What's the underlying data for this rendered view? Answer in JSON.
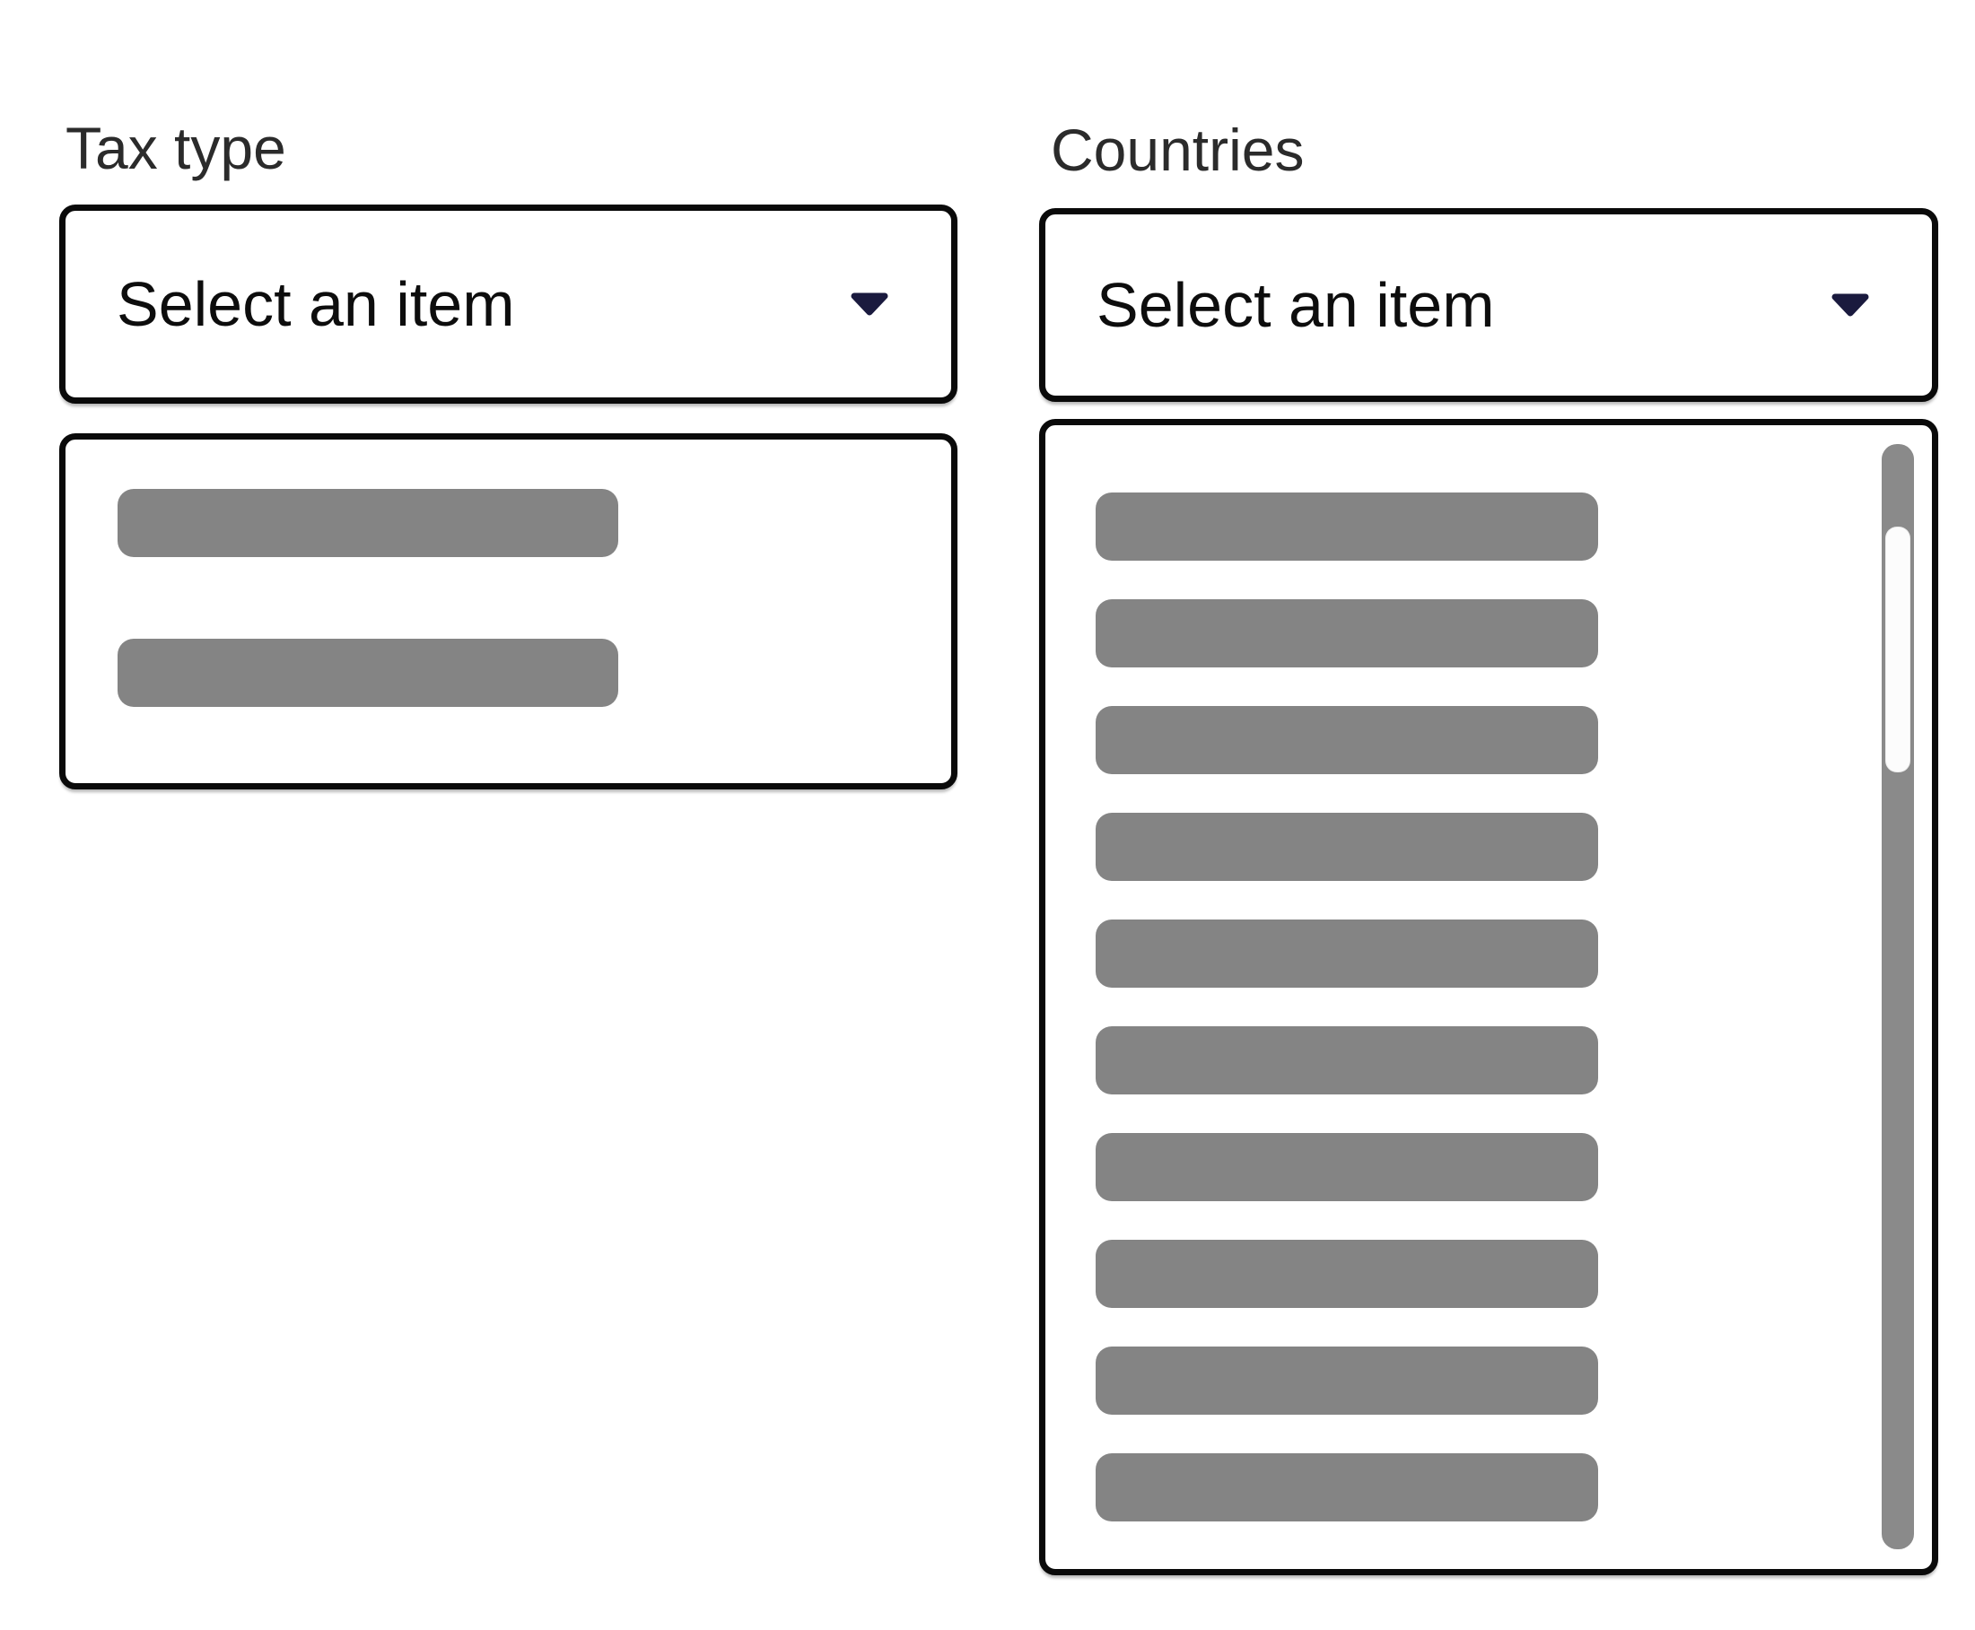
{
  "colors": {
    "border": "#0a0a0a",
    "label_text": "#2b2b2b",
    "value_text": "#0d0d0d",
    "placeholder": "#848484",
    "scroll_track": "#8a8a8a",
    "scroll_thumb": "#fcfcfc",
    "chevron": "#1a1a3e",
    "bg": "#ffffff"
  },
  "fields": {
    "tax_type": {
      "label": "Tax type",
      "dropdown_value": "Select an item",
      "dropdown_icon": "chevron-down-icon",
      "options_placeholder_count": 2
    },
    "countries": {
      "label": "Countries",
      "dropdown_value": "Select an item",
      "dropdown_icon": "chevron-down-icon",
      "options_placeholder_count": 10,
      "has_scrollbar": true
    }
  }
}
